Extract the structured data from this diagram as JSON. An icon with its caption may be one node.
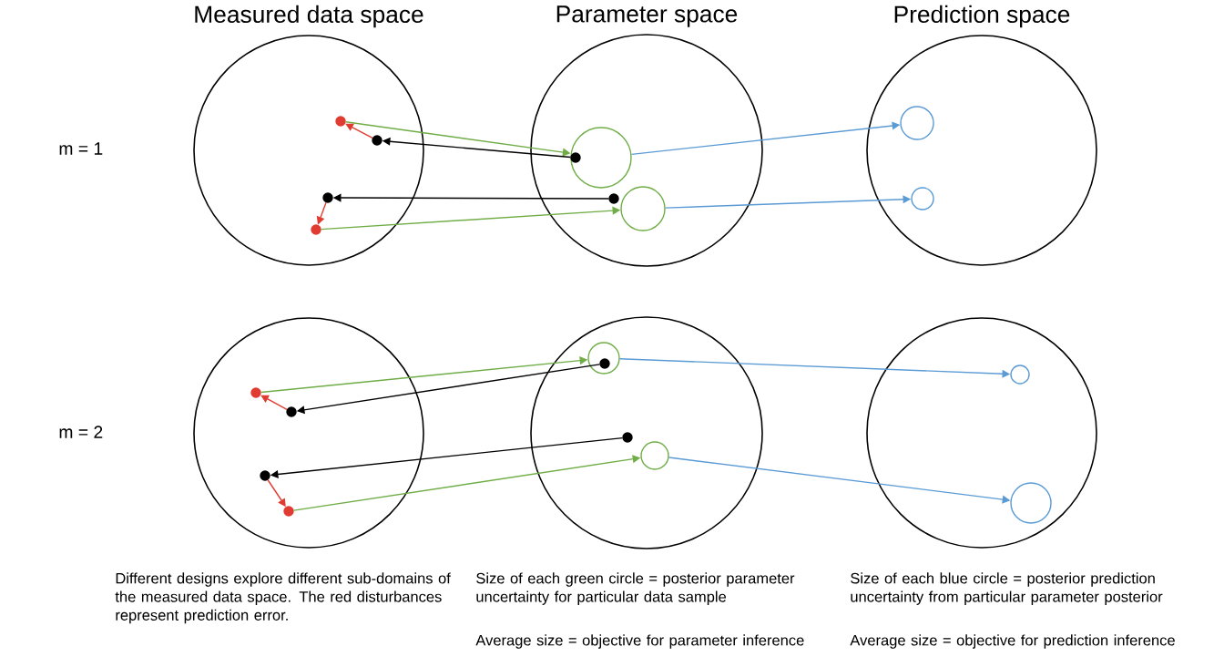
{
  "diagram": {
    "nodes": [
      {
        "text": [],
        "shape": "circle"
      },
      {
        "text": [],
        "shape": "circle",
        "in": 0
      },
      {
        "text": [],
        "shape": "circle",
        "in": 0
      },
      {
        "text": [],
        "shape": "circle",
        "in": 0
      },
      {
        "text": [],
        "shape": "circle",
        "in": 0
      },
      {
        "text": [],
        "shape": "circle"
      },
      {
        "text": [],
        "shape": "circle",
        "in": 5
      },
      {
        "text": [],
        "shape": "circle",
        "in": 6
      },
      {
        "text": [],
        "shape": "circle",
        "in": 5
      },
      {
        "text": [],
        "shape": "circle",
        "in": 5
      },
      {
        "text": [],
        "shape": "circle"
      },
      {
        "text": [],
        "shape": "circle",
        "in": 10
      },
      {
        "text": [],
        "shape": "circle",
        "in": 10
      },
      {
        "text": [],
        "shape": "circle"
      },
      {
        "text": [],
        "shape": "circle",
        "in": 13
      },
      {
        "text": [],
        "shape": "circle",
        "in": 13
      },
      {
        "text": [],
        "shape": "circle",
        "in": 13
      },
      {
        "text": [],
        "shape": "circle",
        "in": 13
      },
      {
        "text": [],
        "shape": "circle"
      },
      {
        "text": [],
        "shape": "circle",
        "in": 18
      },
      {
        "text": [],
        "shape": "circle",
        "in": 19
      },
      {
        "text": [],
        "shape": "circle",
        "in": 18
      },
      {
        "text": [],
        "shape": "circle",
        "in": 18
      },
      {
        "text": [],
        "shape": "circle"
      },
      {
        "text": [],
        "shape": "circle",
        "in": 23
      },
      {
        "text": [],
        "shape": "circle",
        "in": 23
      }
    ],
    "edges": [
      {
        "from": 1,
        "to": 6,
        "arrow": "to",
        "color": "#70ad47"
      },
      {
        "from": 7,
        "to": 2,
        "arrow": "to",
        "color": "#000000"
      },
      {
        "from": 2,
        "to": 1,
        "arrow": "to",
        "color": "#e03c31"
      },
      {
        "from": 8,
        "to": 3,
        "arrow": "to",
        "color": "#000000"
      },
      {
        "from": 3,
        "to": 4,
        "arrow": "to",
        "color": "#e03c31"
      },
      {
        "from": 4,
        "to": 9,
        "arrow": "to",
        "color": "#70ad47"
      },
      {
        "from": 6,
        "to": 11,
        "arrow": "to",
        "color": "#5b9bd5"
      },
      {
        "from": 9,
        "to": 12,
        "arrow": "to",
        "color": "#5b9bd5"
      },
      {
        "from": 14,
        "to": 19,
        "arrow": "to",
        "color": "#70ad47"
      },
      {
        "from": 20,
        "to": 15,
        "arrow": "to",
        "color": "#000000"
      },
      {
        "from": 15,
        "to": 14,
        "arrow": "to",
        "color": "#e03c31"
      },
      {
        "from": 21,
        "to": 16,
        "arrow": "to",
        "color": "#000000"
      },
      {
        "from": 16,
        "to": 17,
        "arrow": "to",
        "color": "#e03c31"
      },
      {
        "from": 17,
        "to": 22,
        "arrow": "to",
        "color": "#70ad47"
      },
      {
        "from": 19,
        "to": 24,
        "arrow": "to",
        "color": "#5b9bd5"
      },
      {
        "from": 22,
        "to": 25,
        "arrow": "to",
        "color": "#5b9bd5"
      }
    ],
    "labels": [
      "Measured data space",
      "Parameter space",
      "Prediction space",
      "m = 1",
      "m = 2",
      "Different designs explore different sub-domains of the measured data space. The red disturbances represent prediction error.",
      "Size of each green circle = posterior parameter uncertainty for particular data sample",
      "Average size = objective for parameter inference",
      "Size of each blue circle = posterior prediction uncertainty from particular parameter posterior",
      "Average size = objective for prediction inference"
    ]
  }
}
